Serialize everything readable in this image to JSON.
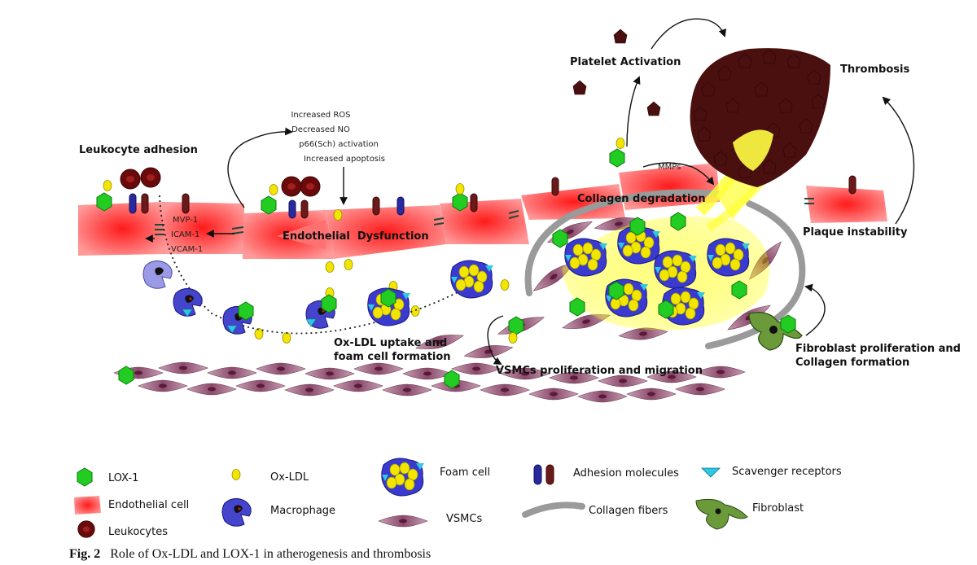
{
  "labels": {
    "leukocyte_adhesion": "Leukocyte adhesion",
    "adhesion_mols": [
      "MVP-1",
      "ICAM-1",
      "VCAM-1"
    ],
    "effects": [
      "Increased ROS",
      "Decreased NO",
      "p66(Sch) activation",
      "Increased apoptosis"
    ],
    "endothelial_dysfunction": "Endothelial  Dysfunction",
    "platelet_activation": "Platelet Activation",
    "thrombosis": "Thrombosis",
    "mmps": "MMPs",
    "collagen_degradation": "Collagen degradation",
    "plaque_instability": "Plaque instability",
    "oxldl_uptake_1": "Ox-LDL uptake and",
    "oxldl_uptake_2": "foam cell formation",
    "vsmc_prolif": "VSMCs proliferation and migration",
    "fibroblast_1": "Fibroblast proliferation and",
    "fibroblast_2": "Collagen formation"
  },
  "legend": {
    "lox1": "LOX-1",
    "oxldl": "Ox-LDL",
    "foam_cell": "Foam cell",
    "adhesion_molecules": "Adhesion molecules",
    "scavenger_receptors": "Scavenger receptors",
    "endothelial_cell": "Endothelial cell",
    "macrophage": "Macrophage",
    "collagen_fibers": "Collagen fibers",
    "fibroblast": "Fibroblast",
    "leukocytes": "Leukocytes",
    "vsmcs": "VSMCs"
  },
  "caption": {
    "number": "Fig. 2",
    "text": "Role of Ox-LDL and LOX-1 in atherogenesis and thrombosis"
  },
  "colors": {
    "lox1": "#22cc22",
    "oxldl": "#f2e600",
    "endothelial": "#ff3b3b",
    "macrophage": "#4444cc",
    "vsmc": "#8a4a6a",
    "leukocyte": "#6b0a0a",
    "collagen": "#999999",
    "fibroblast": "#6a9a3a",
    "scavenger": "#2ec8e0",
    "platelet": "#4a0f0f"
  }
}
